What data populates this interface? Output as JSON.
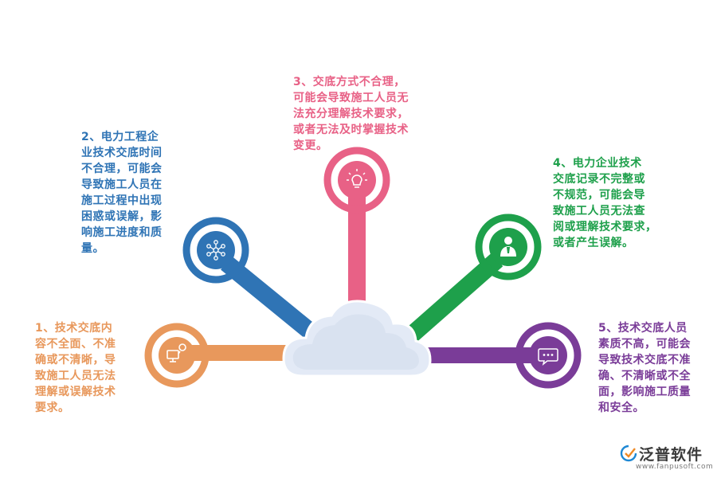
{
  "colors": {
    "orange": "#E8985C",
    "blue": "#2F74B5",
    "pink": "#E86186",
    "green": "#1EA04B",
    "purple": "#7A3C98",
    "cloud": "#E3EAF6"
  },
  "items": [
    {
      "number": "1",
      "text": "1、技术交底内\n容不全面、不准\n确或不清晰，导\n致施工人员无法\n理解或误解技术\n要求。",
      "icon": "monitor-network-icon",
      "color": "#E8985C"
    },
    {
      "number": "2",
      "text": "2、电力工程企\n业技术交底时间\n不合理，可能会\n导致施工人员在\n施工过程中出现\n困惑或误解，影\n响施工进度和质\n量。",
      "icon": "network-nodes-icon",
      "color": "#2F74B5"
    },
    {
      "number": "3",
      "text": "3、交底方式不合理，\n可能会导致施工人员无\n法充分理解技术要求，\n或者无法及时掌握技术\n变更。",
      "icon": "lightbulb-icon",
      "color": "#E86186"
    },
    {
      "number": "4",
      "text": "4、电力企业技术\n交底记录不完整或\n不规范，可能会导\n致施工人员无法查\n阅或理解技术要求，\n或者产生误解。",
      "icon": "person-icon",
      "color": "#1EA04B"
    },
    {
      "number": "5",
      "text": "5、技术交底人员\n素质不高，可能会\n导致技术交底不准\n确、不清晰或不全\n面，影响施工质量\n和安全。",
      "icon": "chat-bubble-icon",
      "color": "#7A3C98"
    }
  ],
  "logo": {
    "name": "泛普软件",
    "url": "www.fanpusoft.com",
    "icon": "fanpu-logo-icon"
  }
}
